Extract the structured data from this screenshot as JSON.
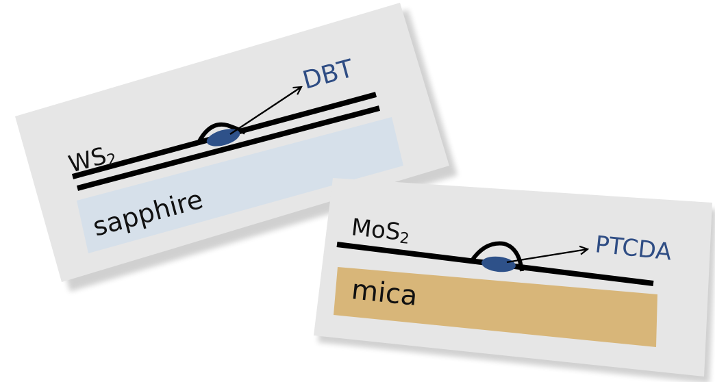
{
  "diagrams": [
    {
      "id": "ws2",
      "layer_label": "WS",
      "layer_subscript": "2",
      "substrate_label": "sapphire",
      "molecule_label": "DBT",
      "substrate_color": "#d6e0ea",
      "molecule_color": "#2e5189",
      "label_color": "#2f4d84"
    },
    {
      "id": "mos2",
      "layer_label": "MoS",
      "layer_subscript": "2",
      "substrate_label": "mica",
      "molecule_label": "PTCDA",
      "substrate_color": "#d8b679",
      "molecule_color": "#2e5189",
      "label_color": "#2f4d84"
    }
  ]
}
